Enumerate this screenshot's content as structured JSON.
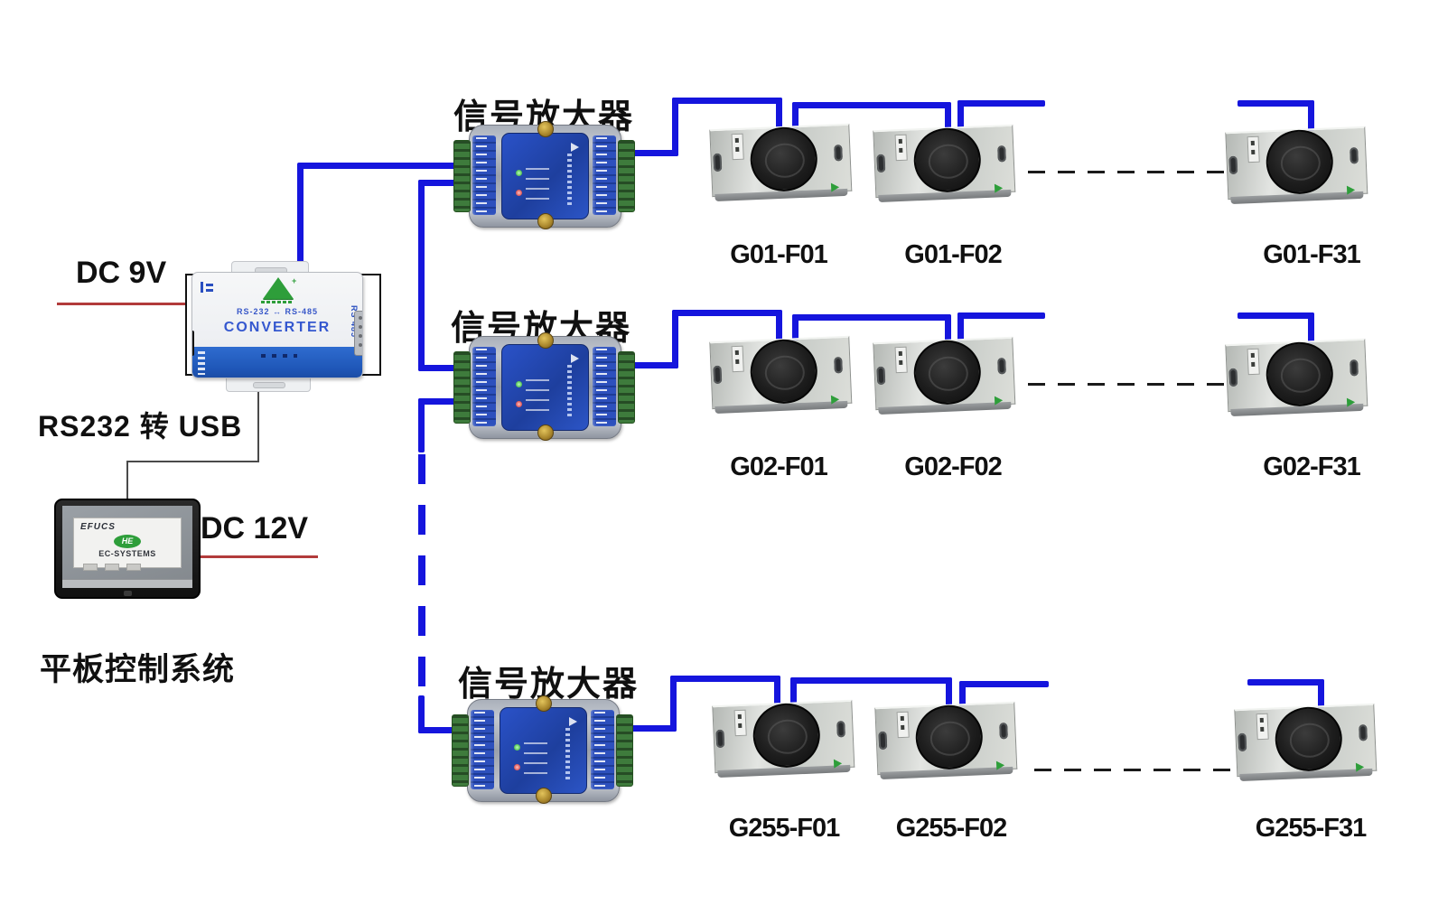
{
  "power_labels": {
    "dc9v": "DC 9V",
    "dc12v": "DC 12V"
  },
  "connection_labels": {
    "rs232_usb": "RS232 转 USB"
  },
  "converter": {
    "model_line": "RS-232 ↔ RS-485",
    "name": "CONVERTER",
    "port_right": "RS 485"
  },
  "tablet": {
    "screen_brand": "EFUCS",
    "logo_badge": "HE",
    "screen_system": "EC-SYSTEMS",
    "caption": "平板控制系统"
  },
  "amplifiers": [
    {
      "label": "信号放大器"
    },
    {
      "label": "信号放大器"
    },
    {
      "label": "信号放大器"
    }
  ],
  "rows": [
    {
      "sensors": [
        {
          "label": "G01-F01"
        },
        {
          "label": "G01-F02"
        },
        {
          "label": "G01-F31"
        }
      ]
    },
    {
      "sensors": [
        {
          "label": "G02-F01"
        },
        {
          "label": "G02-F02"
        },
        {
          "label": "G02-F31"
        }
      ]
    },
    {
      "sensors": [
        {
          "label": "G255-F01"
        },
        {
          "label": "G255-F02"
        },
        {
          "label": "G255-F31"
        }
      ]
    }
  ],
  "colors": {
    "wire_blue": "#1515dd",
    "continuation_dash": "#1a1a1a",
    "power_red": "#b23b3b",
    "amplifier_panel_blue": "#2449b4",
    "terminal_green": "#3e7b3c",
    "logo_green": "#2e9e3a"
  }
}
